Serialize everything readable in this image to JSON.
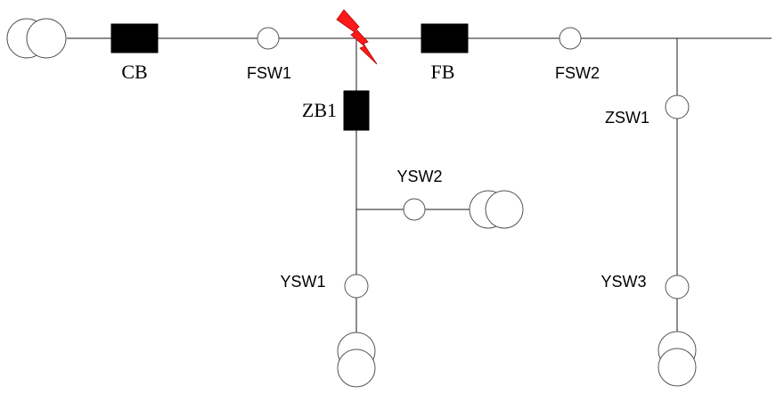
{
  "labels": {
    "cb": "CB",
    "fsw1": "FSW1",
    "fb": "FB",
    "fsw2": "FSW2",
    "zb1": "ZB1",
    "zsw1": "ZSW1",
    "ysw2": "YSW2",
    "ysw1": "YSW1",
    "ysw3": "YSW3"
  },
  "colors": {
    "fault_symbol": "#ff1a1a",
    "breaker_fill": "#000000",
    "line": "#1a1a1a"
  },
  "icons": {
    "source": "double-circle-transformer-icon",
    "switch": "circle-switch-icon",
    "breaker": "filled-rectangle-breaker-icon",
    "fault": "lightning-bolt-icon"
  }
}
